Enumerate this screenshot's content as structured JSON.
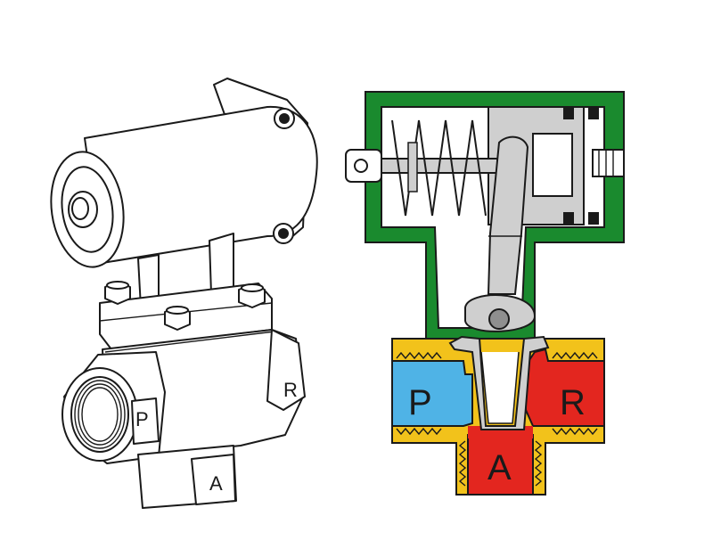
{
  "exterior": {
    "ports": {
      "p": "P",
      "r": "R",
      "a": "A"
    }
  },
  "cutaway": {
    "ports": {
      "p": "P",
      "r": "R",
      "a": "A"
    }
  },
  "colors": {
    "housing": "#1a8a2e",
    "housing_inner": "#ffffff",
    "body_yellow": "#f2c21b",
    "port_p_fluid": "#4fb3e6",
    "port_r_fluid": "#e3261f",
    "port_a_fluid": "#e3261f",
    "mechanism_gray": "#cfcfcf",
    "outline": "#1a1a1a"
  }
}
